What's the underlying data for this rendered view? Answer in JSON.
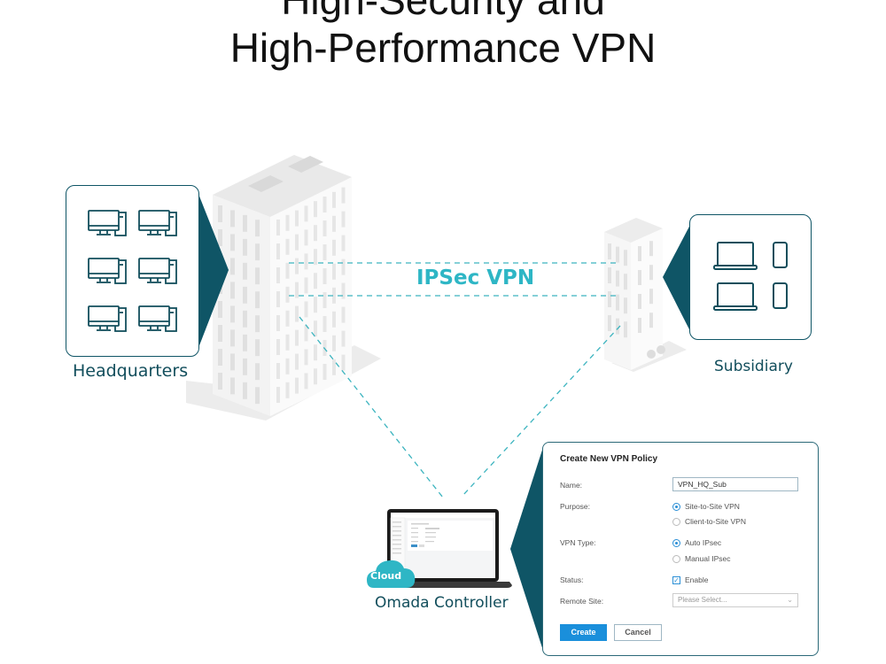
{
  "title": {
    "line1": "High-Security and",
    "line2": "High-Performance VPN"
  },
  "sites": {
    "headquarters": {
      "label": "Headquarters",
      "device_icons": [
        "desktop-icon",
        "desktop-icon",
        "desktop-icon",
        "desktop-icon",
        "desktop-icon",
        "desktop-icon"
      ]
    },
    "subsidiary": {
      "label": "Subsidiary",
      "device_icons": [
        "laptop-icon",
        "phone-icon",
        "laptop-icon",
        "phone-icon"
      ]
    }
  },
  "tunnel": {
    "label": "IPSec VPN"
  },
  "controller": {
    "label": "Omada Controller",
    "badge": "Cloud"
  },
  "colors": {
    "accent": "#2eb6c5",
    "dark_teal": "#0f5566",
    "button_blue": "#1a8fdb"
  },
  "vpn_form": {
    "title": "Create New VPN Policy",
    "fields": {
      "name": {
        "label": "Name:",
        "value": "VPN_HQ_Sub"
      },
      "purpose": {
        "label": "Purpose:",
        "options": [
          {
            "label": "Site-to-Site VPN",
            "selected": true
          },
          {
            "label": "Client-to-Site VPN",
            "selected": false
          }
        ]
      },
      "vpn_type": {
        "label": "VPN Type:",
        "options": [
          {
            "label": "Auto IPsec",
            "selected": true
          },
          {
            "label": "Manual IPsec",
            "selected": false
          }
        ]
      },
      "status": {
        "label": "Status:",
        "checkbox_label": "Enable",
        "checked": true
      },
      "remote_site": {
        "label": "Remote Site:",
        "placeholder": "Please Select..."
      }
    },
    "buttons": {
      "create": "Create",
      "cancel": "Cancel"
    }
  }
}
